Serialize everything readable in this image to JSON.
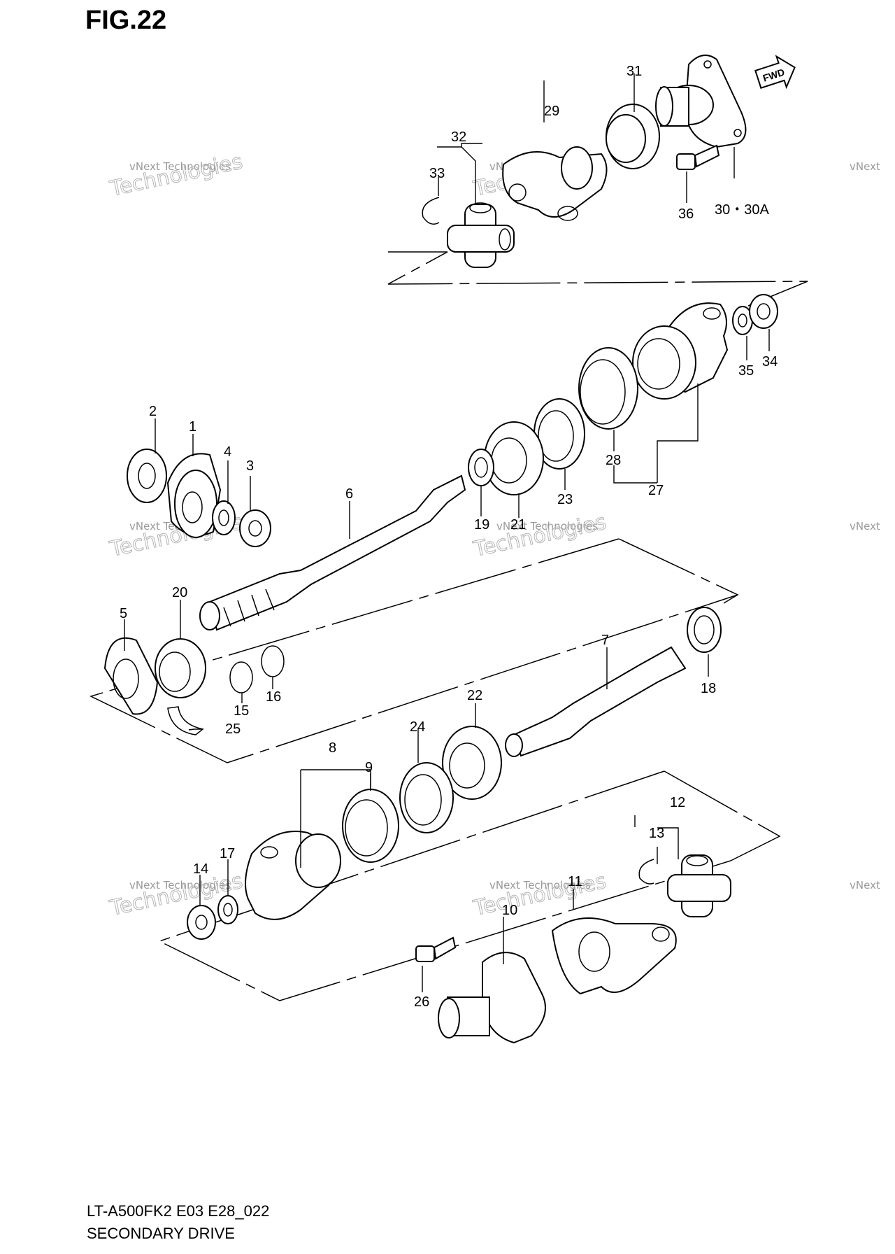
{
  "header": {
    "figure": "FIG.22"
  },
  "footer": {
    "model_code": "LT-A500FK2 E03 E28_022",
    "section_name": "SECONDARY DRIVE"
  },
  "fwd_badge": "FWD",
  "watermark": {
    "line1": "vNext Technologies",
    "line2": "Technologies",
    "line3": "vNext"
  },
  "callouts": {
    "c1": "1",
    "c2": "2",
    "c3": "3",
    "c4": "4",
    "c5": "5",
    "c6": "6",
    "c7": "7",
    "c8": "8",
    "c9": "9",
    "c10": "10",
    "c11": "11",
    "c12": "12",
    "c13": "13",
    "c14": "14",
    "c15": "15",
    "c16": "16",
    "c17": "17",
    "c18": "18",
    "c19": "19",
    "c20": "20",
    "c21": "21",
    "c22": "22",
    "c23": "23",
    "c24": "24",
    "c25": "25",
    "c26": "26",
    "c27": "27",
    "c28": "28",
    "c29": "29",
    "c30": "30・30A",
    "c31": "31",
    "c32": "32",
    "c33": "33",
    "c34": "34",
    "c35": "35",
    "c36": "36"
  }
}
